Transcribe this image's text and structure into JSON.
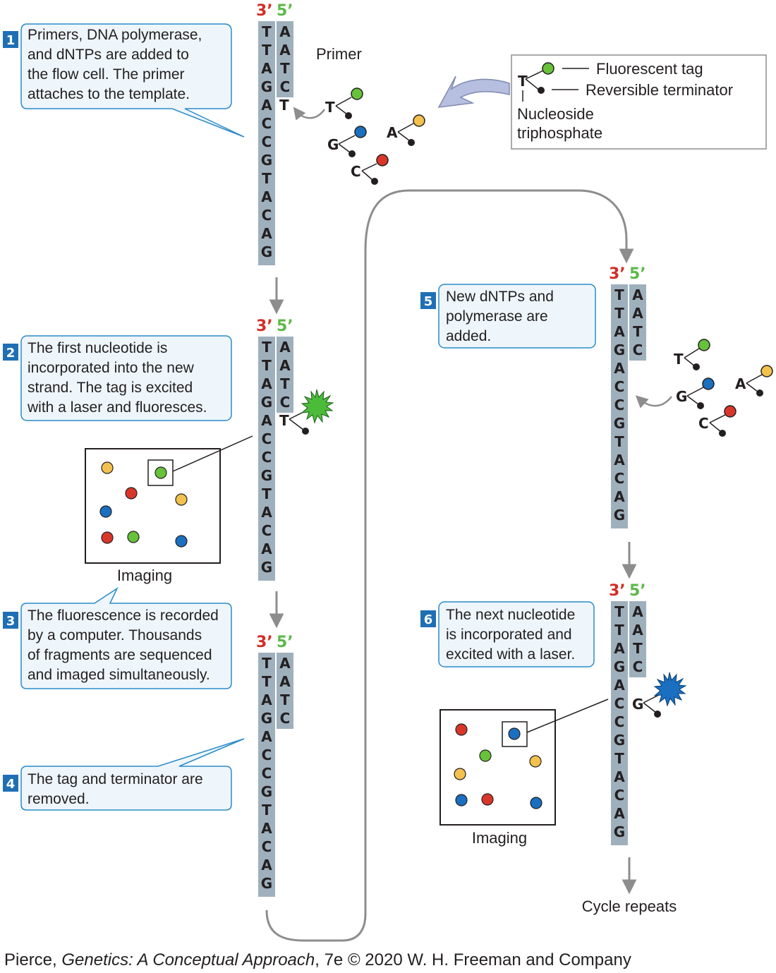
{
  "colors": {
    "strand": "#9fb0bd",
    "box_stroke": "#2a8bc8",
    "box_fill": "#eef6fc",
    "badge": "#1f6fb5",
    "three_prime": "#d22e26",
    "five_prime": "#5bb947",
    "green": "#67c23a",
    "blue": "#1a6fc0",
    "red": "#d9362a",
    "yellow": "#f2c14e",
    "arrow_gray": "#8d8d8d",
    "big_arrow": "#b6bfe0"
  },
  "icons": [
    "fluorescent-tag-icon",
    "reversible-terminator-icon",
    "fluorescence-burst-icon",
    "imaging-spot-icon"
  ],
  "strand_labels": {
    "three": "3’",
    "five": "5’"
  },
  "template_sequence": [
    "T",
    "T",
    "A",
    "G",
    "A",
    "C",
    "C",
    "G",
    "T",
    "A",
    "C",
    "A",
    "G"
  ],
  "new_strand_sequence": [
    "A",
    "A",
    "T",
    "C"
  ],
  "steps": [
    {
      "number": "1",
      "lines": [
        "Primers, DNA polymerase,",
        "and dNTPs are added to",
        "the flow cell. The primer",
        "attaches to the template."
      ]
    },
    {
      "number": "2",
      "lines": [
        "The first nucleotide is",
        "incorporated into the new",
        "strand. The tag is excited",
        "with a laser and fluoresces."
      ]
    },
    {
      "number": "3",
      "lines": [
        "The fluorescence is recorded",
        "by a computer. Thousands",
        "of fragments are sequenced",
        "and imaged simultaneously."
      ]
    },
    {
      "number": "4",
      "lines": [
        "The tag and terminator are",
        "removed."
      ]
    },
    {
      "number": "5",
      "lines": [
        "New dNTPs and",
        "polymerase are",
        "added."
      ]
    },
    {
      "number": "6",
      "lines": [
        "The next nucleotide",
        "is incorporated and",
        "excited with a laser."
      ]
    }
  ],
  "labels": {
    "primer": "Primer",
    "imaging": "Imaging",
    "cycle_repeats": "Cycle repeats"
  },
  "legend": {
    "base": "T",
    "tag": "Fluorescent tag",
    "terminator": "Reversible terminator",
    "nucleoside_lines": [
      "Nucleoside",
      "triphosphate"
    ]
  },
  "nucleotides": {
    "T": "T",
    "G": "G",
    "A": "A",
    "C": "C"
  },
  "credit": {
    "author": "Pierce, ",
    "title": "Genetics: A Conceptual Approach",
    "rest": ", 7e © 2020 W. H. Freeman and Company"
  }
}
